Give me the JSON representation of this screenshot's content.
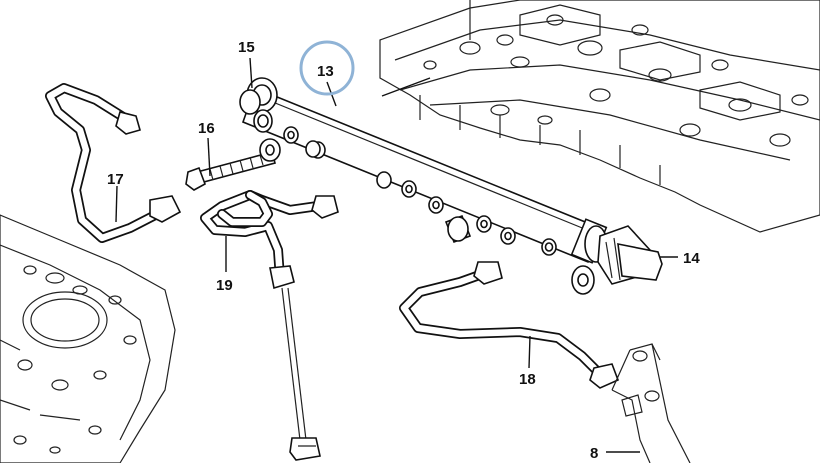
{
  "callouts": {
    "c8": "8",
    "c13": "13",
    "c14": "14",
    "c15": "15",
    "c16": "16",
    "c17": "17",
    "c18": "18",
    "c19": "19"
  },
  "highlight_color": "#8fb3d6"
}
